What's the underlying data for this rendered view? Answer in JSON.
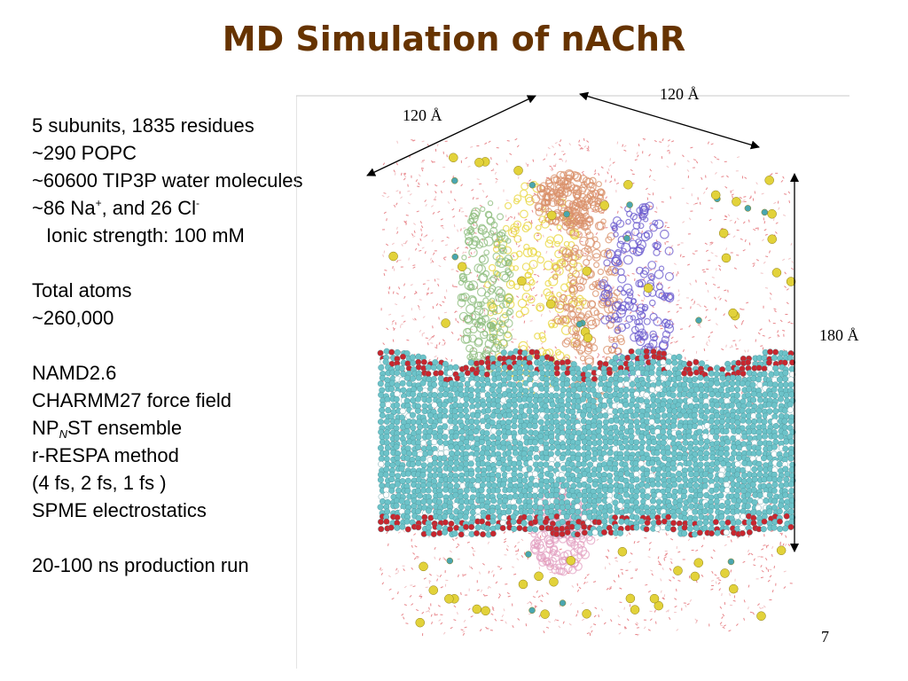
{
  "slide": {
    "title": "MD Simulation of nAChR",
    "title_color": "#663300",
    "page_number": "7"
  },
  "bullets": {
    "line1": "5 subunits, 1835 residues",
    "line2": "~290 POPC",
    "line3": "~60600 TIP3P water molecules",
    "line4_a": "~86 Na",
    "line4_sup1": "+",
    "line4_b": ", and 26 Cl",
    "line4_sup2": "-",
    "line5": "Ionic strength: 100 mM",
    "line6": "Total atoms",
    "line7": "~260,000",
    "line8": "NAMD2.6",
    "line9": "CHARMM27 force field",
    "line10_a": "NP",
    "line10_sub": "N",
    "line10_b": "ST ensemble",
    "line11": "r-RESPA method",
    "line12": "(4 fs, 2 fs, 1 fs )",
    "line13": "SPME electrostatics",
    "line14": "20-100 ns production run"
  },
  "figure": {
    "dim_label_1": "120 Å",
    "dim_label_2": "120 Å",
    "dim_label_3": "180 Å",
    "colors": {
      "water": "#e8878c",
      "lipid": "#6cc3c9",
      "lipid_head": "#c8262e",
      "ion_sodium": "#e2d23a",
      "ion_chloride": "#4aa6b0",
      "protein_yellow": "#e8d63a",
      "protein_purple": "#6a5acd",
      "protein_salmon": "#d9906a",
      "protein_green": "#8cbc7c"
    }
  }
}
